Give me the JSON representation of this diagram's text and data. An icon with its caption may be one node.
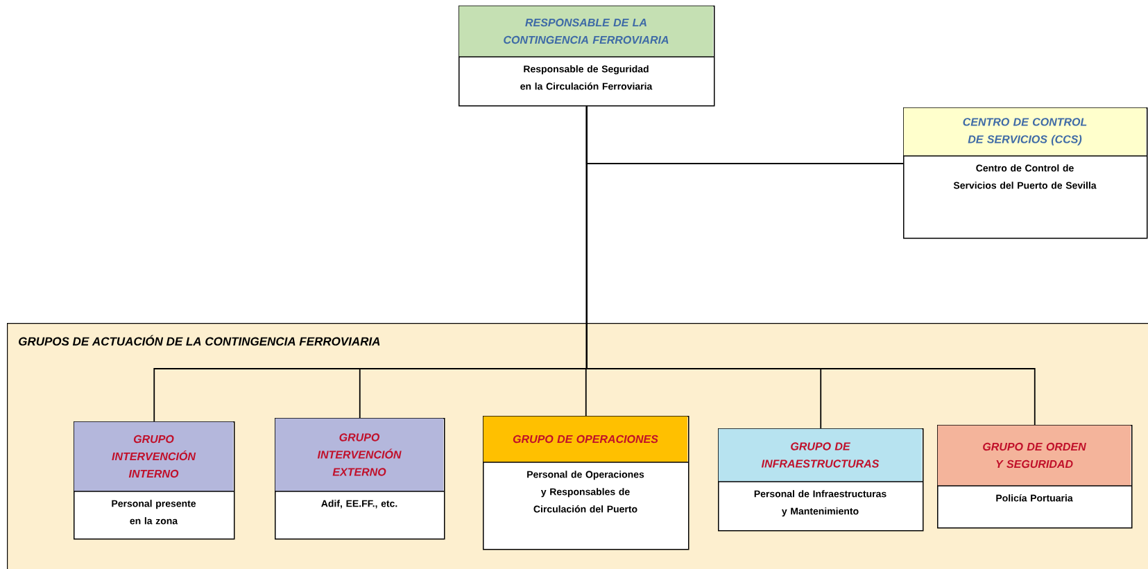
{
  "diagram": {
    "nodes": [
      {
        "text": [
          "RESPONSABLE DE LA CONTINGENCIA FERROVIARIA",
          "Responsable de Seguridad en la Circulación Ferroviaria"
        ]
      },
      {
        "text": [
          "CENTRO DE CONTROL DE SERVICIOS (CCS)",
          "Centro de Control de Servicios del Puerto de Sevilla"
        ]
      },
      {
        "text": [
          "GRUPOS DE ACTUACIÓN DE LA CONTINGENCIA FERROVIARIA"
        ]
      },
      {
        "text": [
          "GRUPO INTERVENCIÓN INTERNO",
          "Personal presente en la zona"
        ],
        "in": 2
      },
      {
        "text": [
          "GRUPO INTERVENCIÓN EXTERNO",
          "Adif, EE.FF., etc."
        ],
        "in": 2
      },
      {
        "text": [
          "GRUPO DE OPERACIONES",
          "Personal de Operaciones y Responsables de Circulación del Puerto"
        ],
        "in": 2
      },
      {
        "text": [
          "GRUPO DE INFRAESTRUCTURAS",
          "Personal de Infraestructuras y Mantenimiento"
        ],
        "in": 2
      },
      {
        "text": [
          "GRUPO DE ORDEN Y SEGURIDAD",
          "Policía Portuaria"
        ],
        "in": 2
      }
    ],
    "edges": [
      {
        "from": 0,
        "to": 1,
        "arrow": "none"
      },
      {
        "from": 0,
        "to": 3,
        "arrow": "none"
      },
      {
        "from": 0,
        "to": 4,
        "arrow": "none"
      },
      {
        "from": 0,
        "to": 5,
        "arrow": "none"
      },
      {
        "from": 0,
        "to": 6,
        "arrow": "none"
      },
      {
        "from": 0,
        "to": 7,
        "arrow": "none"
      }
    ]
  }
}
